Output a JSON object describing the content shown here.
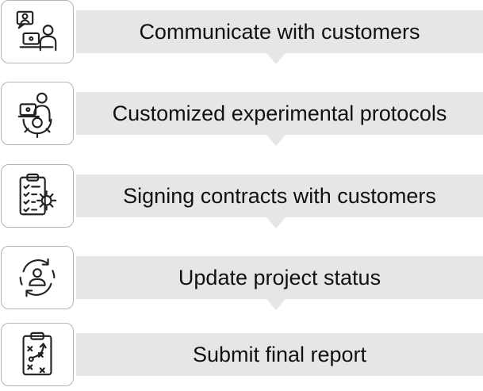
{
  "steps": [
    {
      "label": "Communicate with customers",
      "icon": "customer-communication-icon"
    },
    {
      "label": "Customized experimental protocols",
      "icon": "person-laptop-gear-icon"
    },
    {
      "label": "Signing contracts with customers",
      "icon": "clipboard-gear-icon"
    },
    {
      "label": "Update project status",
      "icon": "person-refresh-icon"
    },
    {
      "label": "Submit final report",
      "icon": "clipboard-strategy-icon"
    }
  ],
  "colors": {
    "banner": "#e6e6e6",
    "border": "#b5b5b5",
    "text": "#111111"
  }
}
